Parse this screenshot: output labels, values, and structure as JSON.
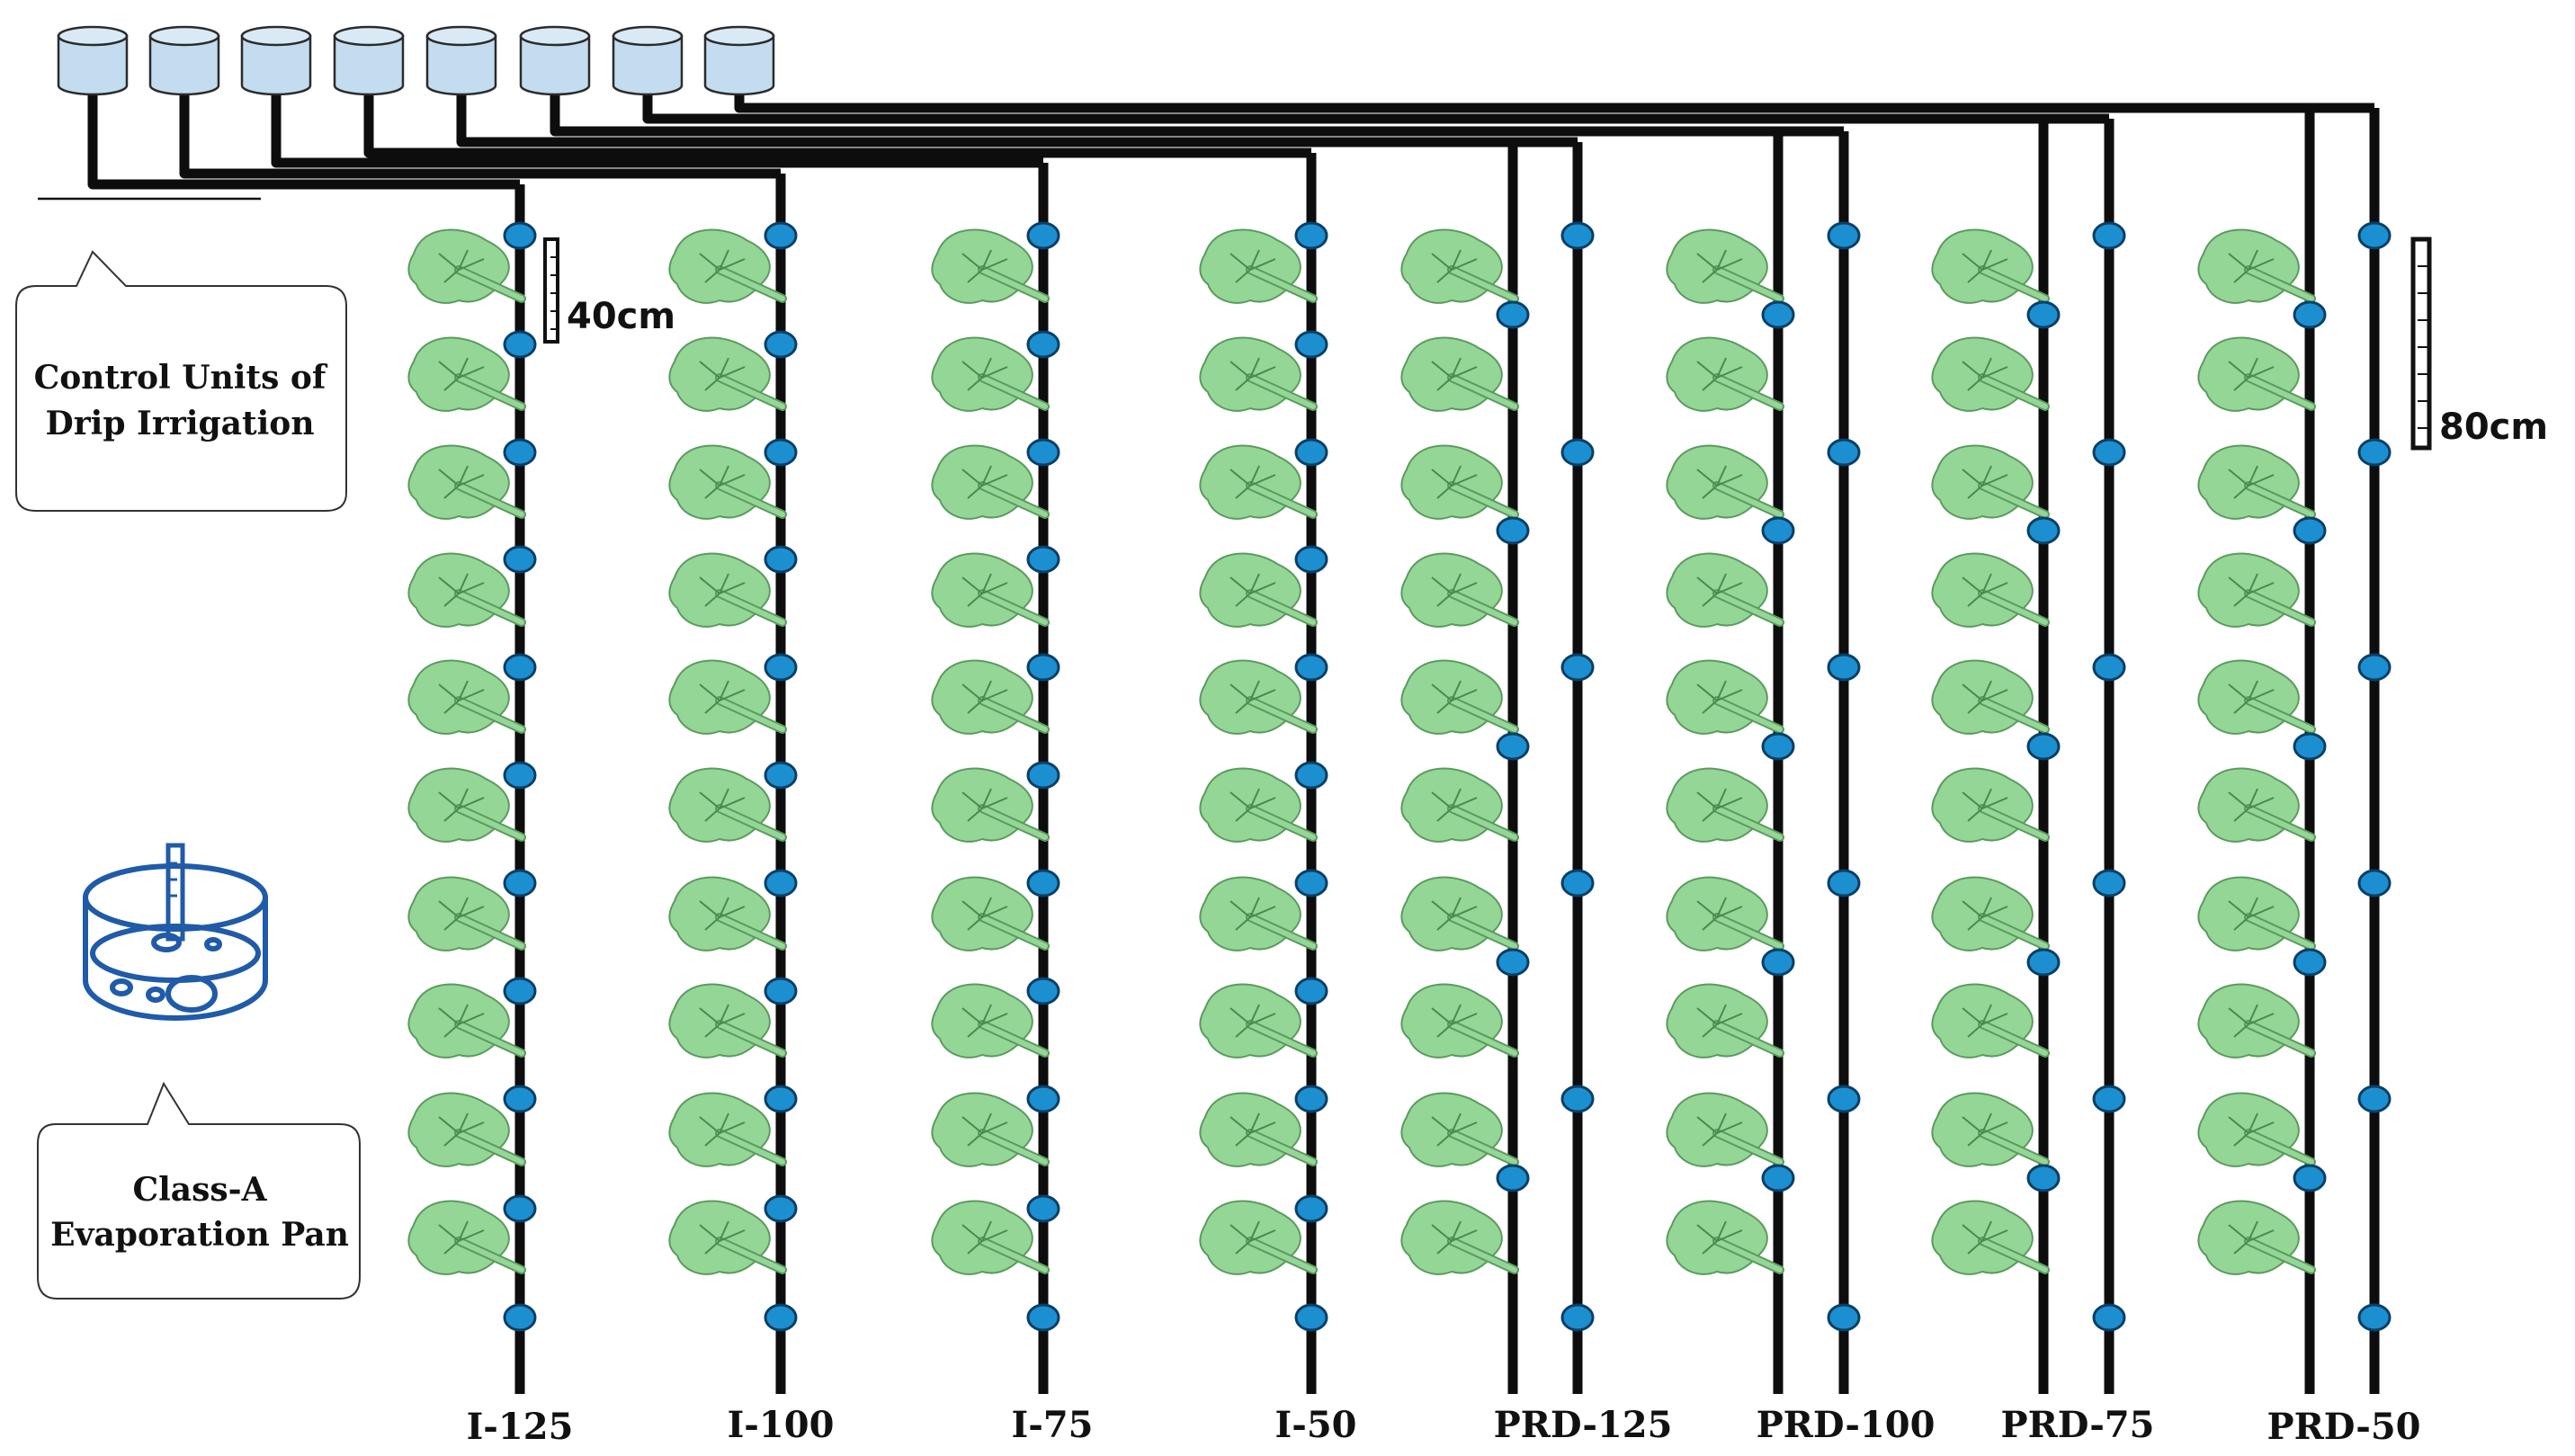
{
  "control_units_label": [
    "Control Units of",
    "Drip Irrigation"
  ],
  "evaporation_pan_label": [
    "Class-A",
    "Evaporation Pan"
  ],
  "scale_short": "40cm",
  "scale_long": "80cm",
  "treatments": [
    "I-125",
    "I-100",
    "I-75",
    "I-50",
    "PRD-125",
    "PRD-100",
    "PRD-75",
    "PRD-50"
  ],
  "colors": {
    "tank": "#c3dcef",
    "pipe": "#0d0d0d",
    "emitter": "#1c8fd0",
    "leaf": "#93d696",
    "pan": "#1f5ba8"
  },
  "icons": {
    "tank": "water-tank-icon",
    "plant": "plant-icon",
    "emitter": "dripper-emitter-icon",
    "pan": "evaporation-pan-icon"
  }
}
